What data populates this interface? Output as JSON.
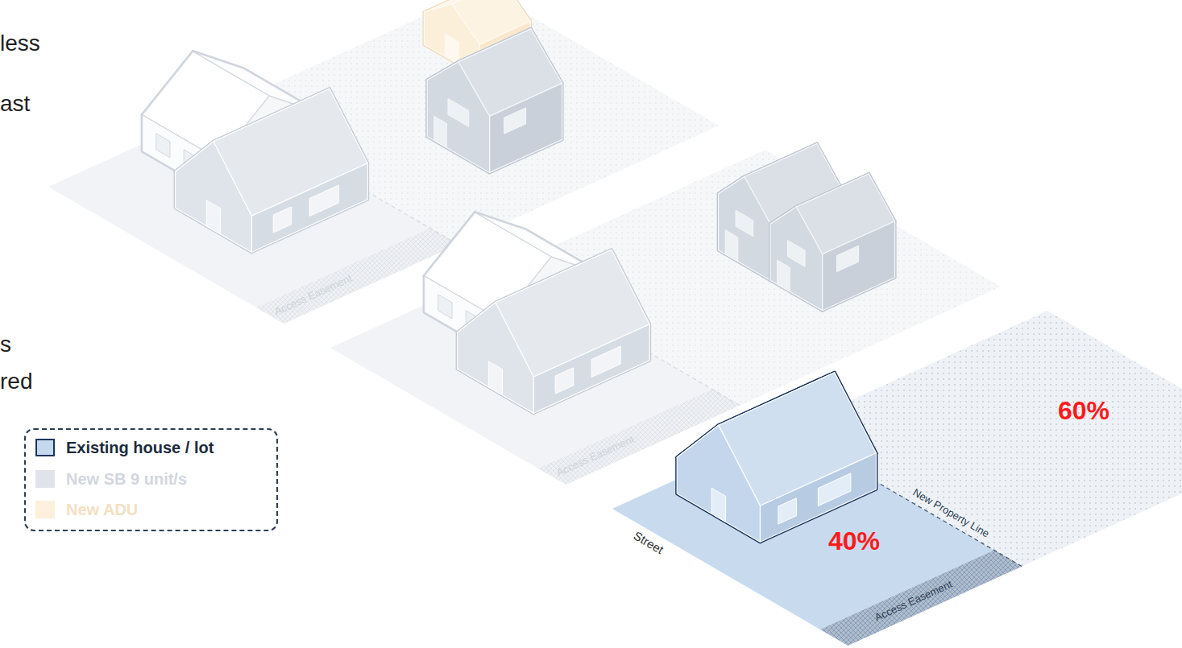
{
  "diagram": {
    "labels": [
      "less",
      "ast",
      "s",
      "red",
      "Access Easement",
      "Access Easement",
      "Access Easement",
      "New Property Line",
      "60%",
      "40%",
      "Street"
    ],
    "legend": [
      {
        "text": "Existing house / lot",
        "color": "#c5d9ee"
      },
      {
        "text": "New SB 9 unit/s",
        "color": "#e0e4ea"
      },
      {
        "text": "New ADU",
        "color": "#fdf0dc"
      }
    ]
  }
}
